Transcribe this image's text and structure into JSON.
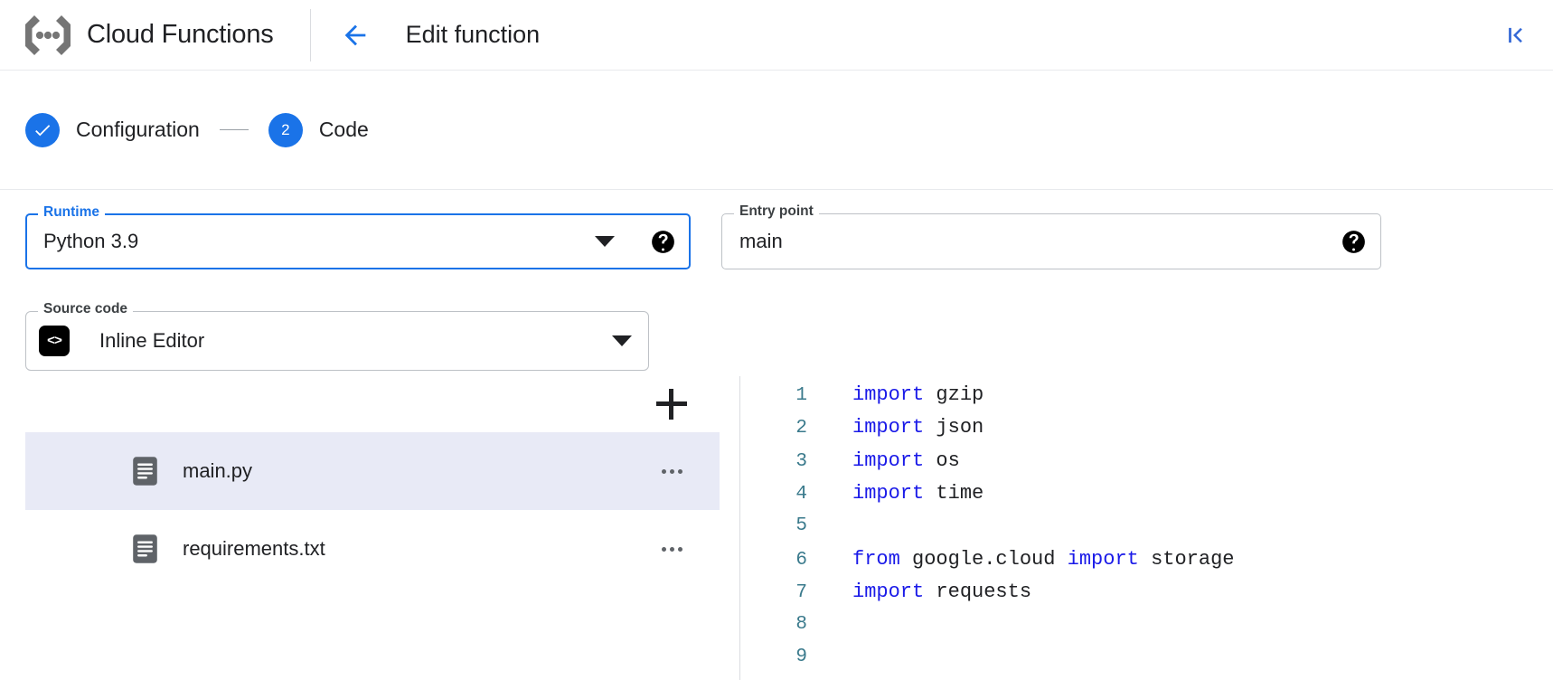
{
  "appbar": {
    "product_name": "Cloud Functions",
    "logo_icon": "cloud-functions-logo-icon",
    "back_icon": "arrow-left-icon",
    "page_title": "Edit function",
    "collapse_icon": "first-page-collapse-icon"
  },
  "stepper": {
    "steps": [
      {
        "marker": "✓",
        "state": "complete",
        "label": "Configuration"
      },
      {
        "marker": "2",
        "state": "active",
        "label": "Code"
      }
    ]
  },
  "form": {
    "runtime": {
      "label": "Runtime",
      "value": "Python 3.9",
      "focused": true,
      "caret_icon": "chevron-down-icon",
      "help_icon": "help-icon"
    },
    "entry_point": {
      "label": "Entry point",
      "value": "main",
      "placeholder": "Entry point",
      "focused": false,
      "help_icon": "help-icon"
    },
    "source_code": {
      "label": "Source code",
      "value": "Inline Editor",
      "icon_glyph": "<>",
      "icon": "code-brackets-icon",
      "caret_icon": "chevron-down-icon"
    }
  },
  "files": {
    "add_icon": "plus-icon",
    "overflow_icon": "more-horizontal-icon",
    "items": [
      {
        "name": "main.py",
        "selected": true,
        "icon": "file-document-icon"
      },
      {
        "name": "requirements.txt",
        "selected": false,
        "icon": "file-document-icon"
      }
    ]
  },
  "editor": {
    "lines": [
      {
        "no": "1",
        "tokens": [
          {
            "t": "import",
            "c": "kw"
          },
          {
            "t": " gzip",
            "c": "id"
          }
        ]
      },
      {
        "no": "2",
        "tokens": [
          {
            "t": "import",
            "c": "kw"
          },
          {
            "t": " json",
            "c": "id"
          }
        ]
      },
      {
        "no": "3",
        "tokens": [
          {
            "t": "import",
            "c": "kw"
          },
          {
            "t": " os",
            "c": "id"
          }
        ]
      },
      {
        "no": "4",
        "tokens": [
          {
            "t": "import",
            "c": "kw"
          },
          {
            "t": " time",
            "c": "id"
          }
        ]
      },
      {
        "no": "5",
        "tokens": []
      },
      {
        "no": "6",
        "tokens": [
          {
            "t": "from",
            "c": "kw"
          },
          {
            "t": " google.cloud ",
            "c": "id"
          },
          {
            "t": "import",
            "c": "kw"
          },
          {
            "t": " storage",
            "c": "id"
          }
        ]
      },
      {
        "no": "7",
        "tokens": [
          {
            "t": "import",
            "c": "kw"
          },
          {
            "t": " requests",
            "c": "id"
          }
        ]
      },
      {
        "no": "8",
        "tokens": []
      },
      {
        "no": "9",
        "tokens": []
      }
    ]
  },
  "colors": {
    "accent_blue": "#1a73e8",
    "keyword_blue": "#1a1ae8",
    "line_number": "#3a7a8c",
    "selected_row": "#e8eaf6",
    "border_gray": "#bdc1c6"
  }
}
